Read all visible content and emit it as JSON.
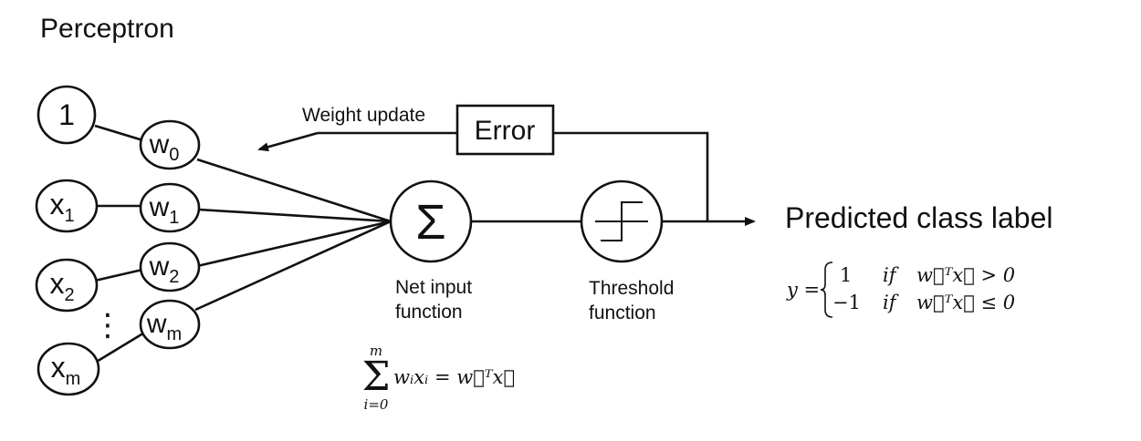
{
  "diagram": {
    "title": "Perceptron",
    "inputs": [
      {
        "main": "1",
        "sub": ""
      },
      {
        "main": "x",
        "sub": "1"
      },
      {
        "main": "x",
        "sub": "2"
      },
      {
        "main": "x",
        "sub": "m"
      }
    ],
    "weights": [
      {
        "main": "w",
        "sub": "0"
      },
      {
        "main": "w",
        "sub": "1"
      },
      {
        "main": "w",
        "sub": "2"
      },
      {
        "main": "w",
        "sub": "m"
      }
    ],
    "dots_glyph": "⋮",
    "sum_symbol": "Σ",
    "net_input_label": [
      "Net input",
      "function"
    ],
    "threshold_label": [
      "Threshold",
      "function"
    ],
    "error_label": "Error",
    "weight_update_label": "Weight update",
    "output_label": "Predicted class label",
    "net_input_formula": {
      "upper": "m",
      "lower": "i=0",
      "body": "wᵢxᵢ = w⃗ᵀx⃗"
    },
    "decision_rule": {
      "lhs": "y =",
      "cases": [
        {
          "value": "1",
          "cond": "if",
          "expr": "w⃗ᵀx⃗ > 0"
        },
        {
          "value": "−1",
          "cond": "if",
          "expr": "w⃗ᵀx⃗ ≤ 0"
        }
      ]
    }
  }
}
